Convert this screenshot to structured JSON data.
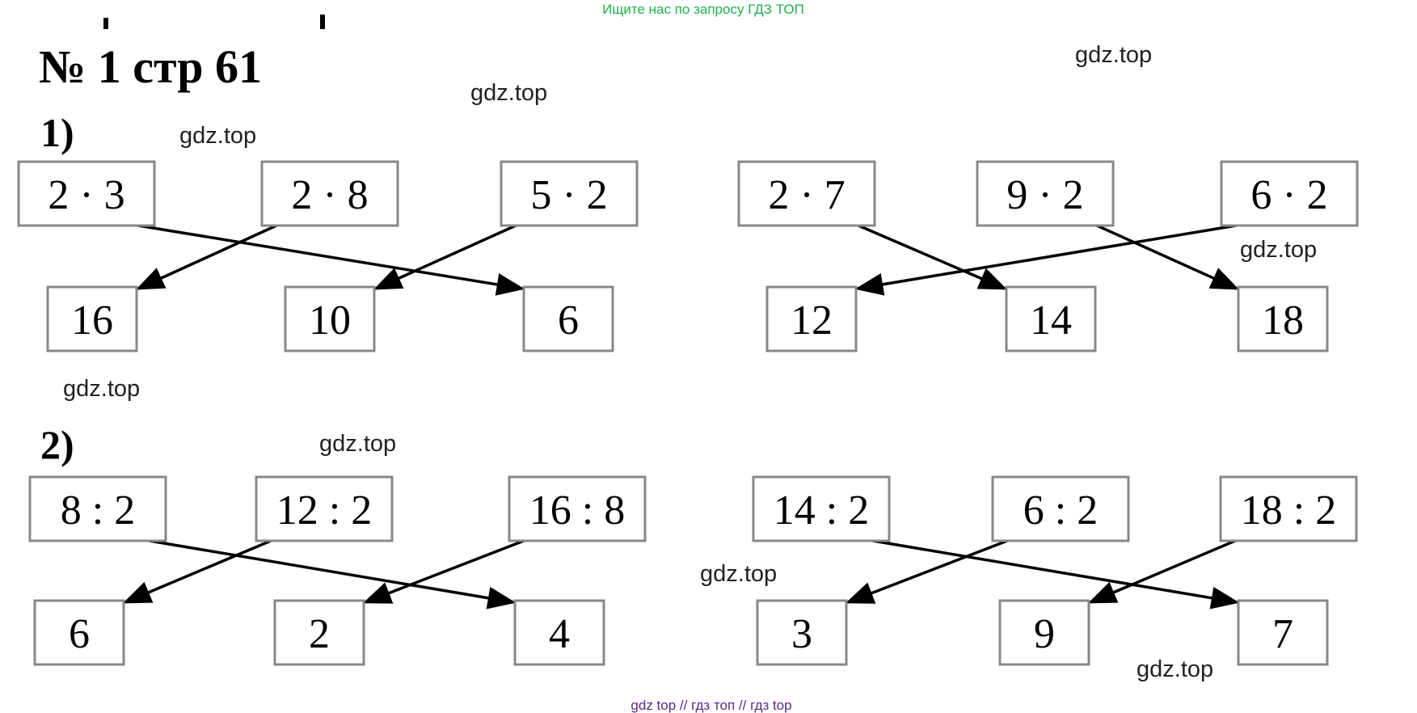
{
  "header": {
    "search_hint": "Ищите нас по запросу ГДЗ ТОП",
    "title": "№ 1 стр 61",
    "footer_links": "gdz top  //  гдз топ  //  гдз top"
  },
  "watermark": "gdz.top",
  "parts": [
    {
      "label": "1)",
      "groups": [
        {
          "expressions": [
            "2 · 3",
            "2 · 8",
            "5 · 2"
          ],
          "results": [
            "16",
            "10",
            "6"
          ],
          "links": [
            [
              0,
              2
            ],
            [
              1,
              0
            ],
            [
              2,
              1
            ]
          ]
        },
        {
          "expressions": [
            "2 · 7",
            "9 · 2",
            "6 · 2"
          ],
          "results": [
            "12",
            "14",
            "18"
          ],
          "links": [
            [
              0,
              1
            ],
            [
              1,
              2
            ],
            [
              2,
              0
            ]
          ]
        }
      ]
    },
    {
      "label": "2)",
      "groups": [
        {
          "expressions": [
            "8 : 2",
            "12 : 2",
            "16 : 8"
          ],
          "results": [
            "6",
            "2",
            "4"
          ],
          "links": [
            [
              0,
              2
            ],
            [
              1,
              0
            ],
            [
              2,
              1
            ]
          ]
        },
        {
          "expressions": [
            "14 : 2",
            "6 : 2",
            "18 : 2"
          ],
          "results": [
            "3",
            "9",
            "7"
          ],
          "links": [
            [
              0,
              2
            ],
            [
              1,
              0
            ],
            [
              2,
              1
            ]
          ]
        }
      ]
    }
  ]
}
